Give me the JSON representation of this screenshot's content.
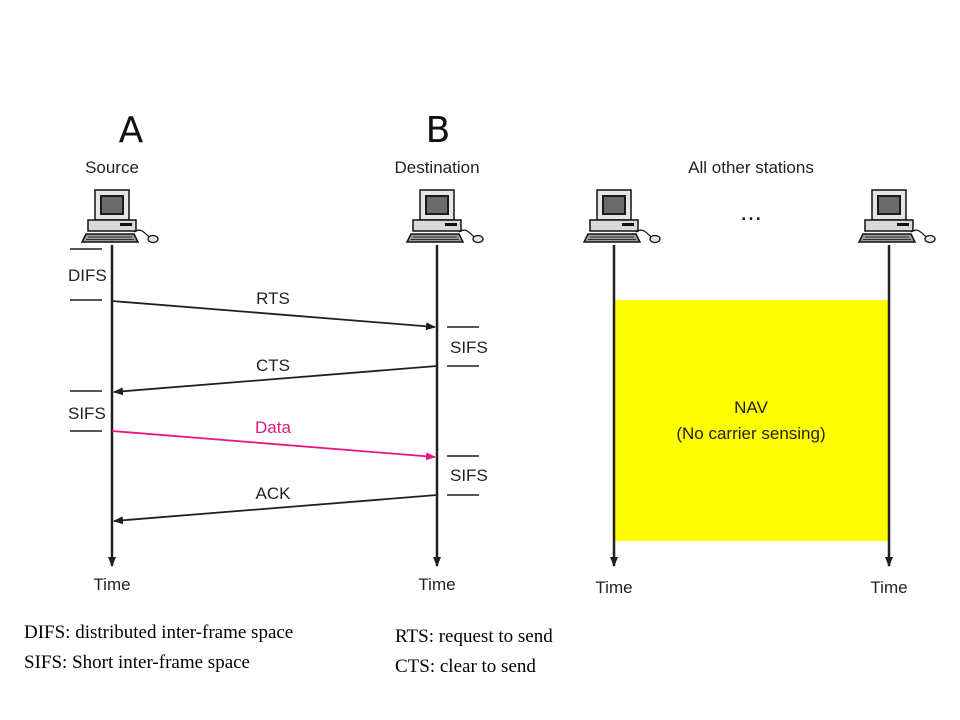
{
  "hand_labels": {
    "a": "A",
    "b": "B"
  },
  "headers": {
    "source": "Source",
    "destination": "Destination",
    "others": "All other stations"
  },
  "ellipsis": "...",
  "intervals": {
    "difs": "DIFS",
    "sifs": "SIFS"
  },
  "messages": {
    "rts": "RTS",
    "cts": "CTS",
    "data": "Data",
    "ack": "ACK"
  },
  "nav": {
    "line1": "NAV",
    "line2": "(No carrier sensing)"
  },
  "time_label": "Time",
  "legend_left": [
    "DIFS: distributed inter-frame space",
    "SIFS: Short inter-frame space"
  ],
  "legend_right": [
    "RTS: request to send",
    "CTS: clear to send"
  ],
  "colors": {
    "data_message": "#e5177e",
    "nav_fill": "#ffff00",
    "line": "#231f20"
  }
}
